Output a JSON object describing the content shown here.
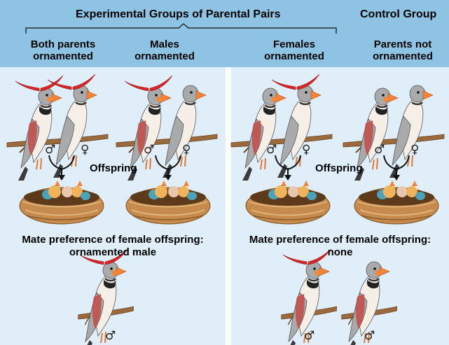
{
  "header": {
    "experimental_title": "Experimental Groups of Parental Pairs",
    "control_title": "Control Group",
    "columns": [
      {
        "line1": "Both parents",
        "line2": "ornamented"
      },
      {
        "line1": "Males",
        "line2": "ornamented"
      },
      {
        "line1": "Females",
        "line2": "ornamented"
      },
      {
        "line1": "Parents not",
        "line2": "ornamented"
      }
    ]
  },
  "symbols": {
    "male": "♂",
    "female": "♀"
  },
  "offspring_label": "Offspring",
  "left_result": {
    "line1": "Mate preference of female offspring:",
    "line2": "ornamented male"
  },
  "right_result": {
    "line1": "Mate preference of female offspring:",
    "line2": "none"
  },
  "colors": {
    "header_bg": "#8fc3e4",
    "panel_bg": "#dfeef8",
    "ornament_red": "#d8262a",
    "beak_orange": "#f2843a",
    "branch_brown": "#9b6a3c",
    "nest_brown": "#c58a4c"
  }
}
